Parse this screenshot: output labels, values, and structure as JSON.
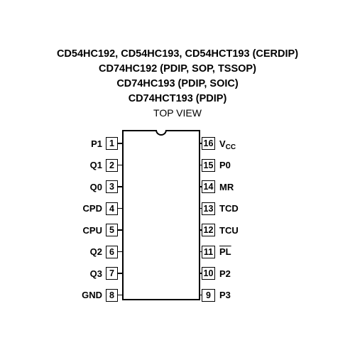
{
  "header": {
    "lines": [
      "CD54HC192, CD54HC193, CD54HCT193 (CERDIP)",
      "CD74HC192 (PDIP, SOP, TSSOP)",
      "CD74HC193 (PDIP, SOIC)",
      "CD74HCT193 (PDIP)"
    ],
    "view": "TOP VIEW"
  },
  "pins_left": [
    {
      "num": "1",
      "label": "P1"
    },
    {
      "num": "2",
      "label": "Q1"
    },
    {
      "num": "3",
      "label": "Q0"
    },
    {
      "num": "4",
      "label": "CPD"
    },
    {
      "num": "5",
      "label": "CPU"
    },
    {
      "num": "6",
      "label": "Q2"
    },
    {
      "num": "7",
      "label": "Q3"
    },
    {
      "num": "8",
      "label": "GND"
    }
  ],
  "pins_right": [
    {
      "num": "16",
      "label": "V",
      "sub": "CC"
    },
    {
      "num": "15",
      "label": "P0"
    },
    {
      "num": "14",
      "label": "MR"
    },
    {
      "num": "13",
      "label": "TCD"
    },
    {
      "num": "12",
      "label": "TCU"
    },
    {
      "num": "11",
      "label": "PL",
      "overline": true
    },
    {
      "num": "10",
      "label": "P2"
    },
    {
      "num": "9",
      "label": "P3"
    }
  ]
}
